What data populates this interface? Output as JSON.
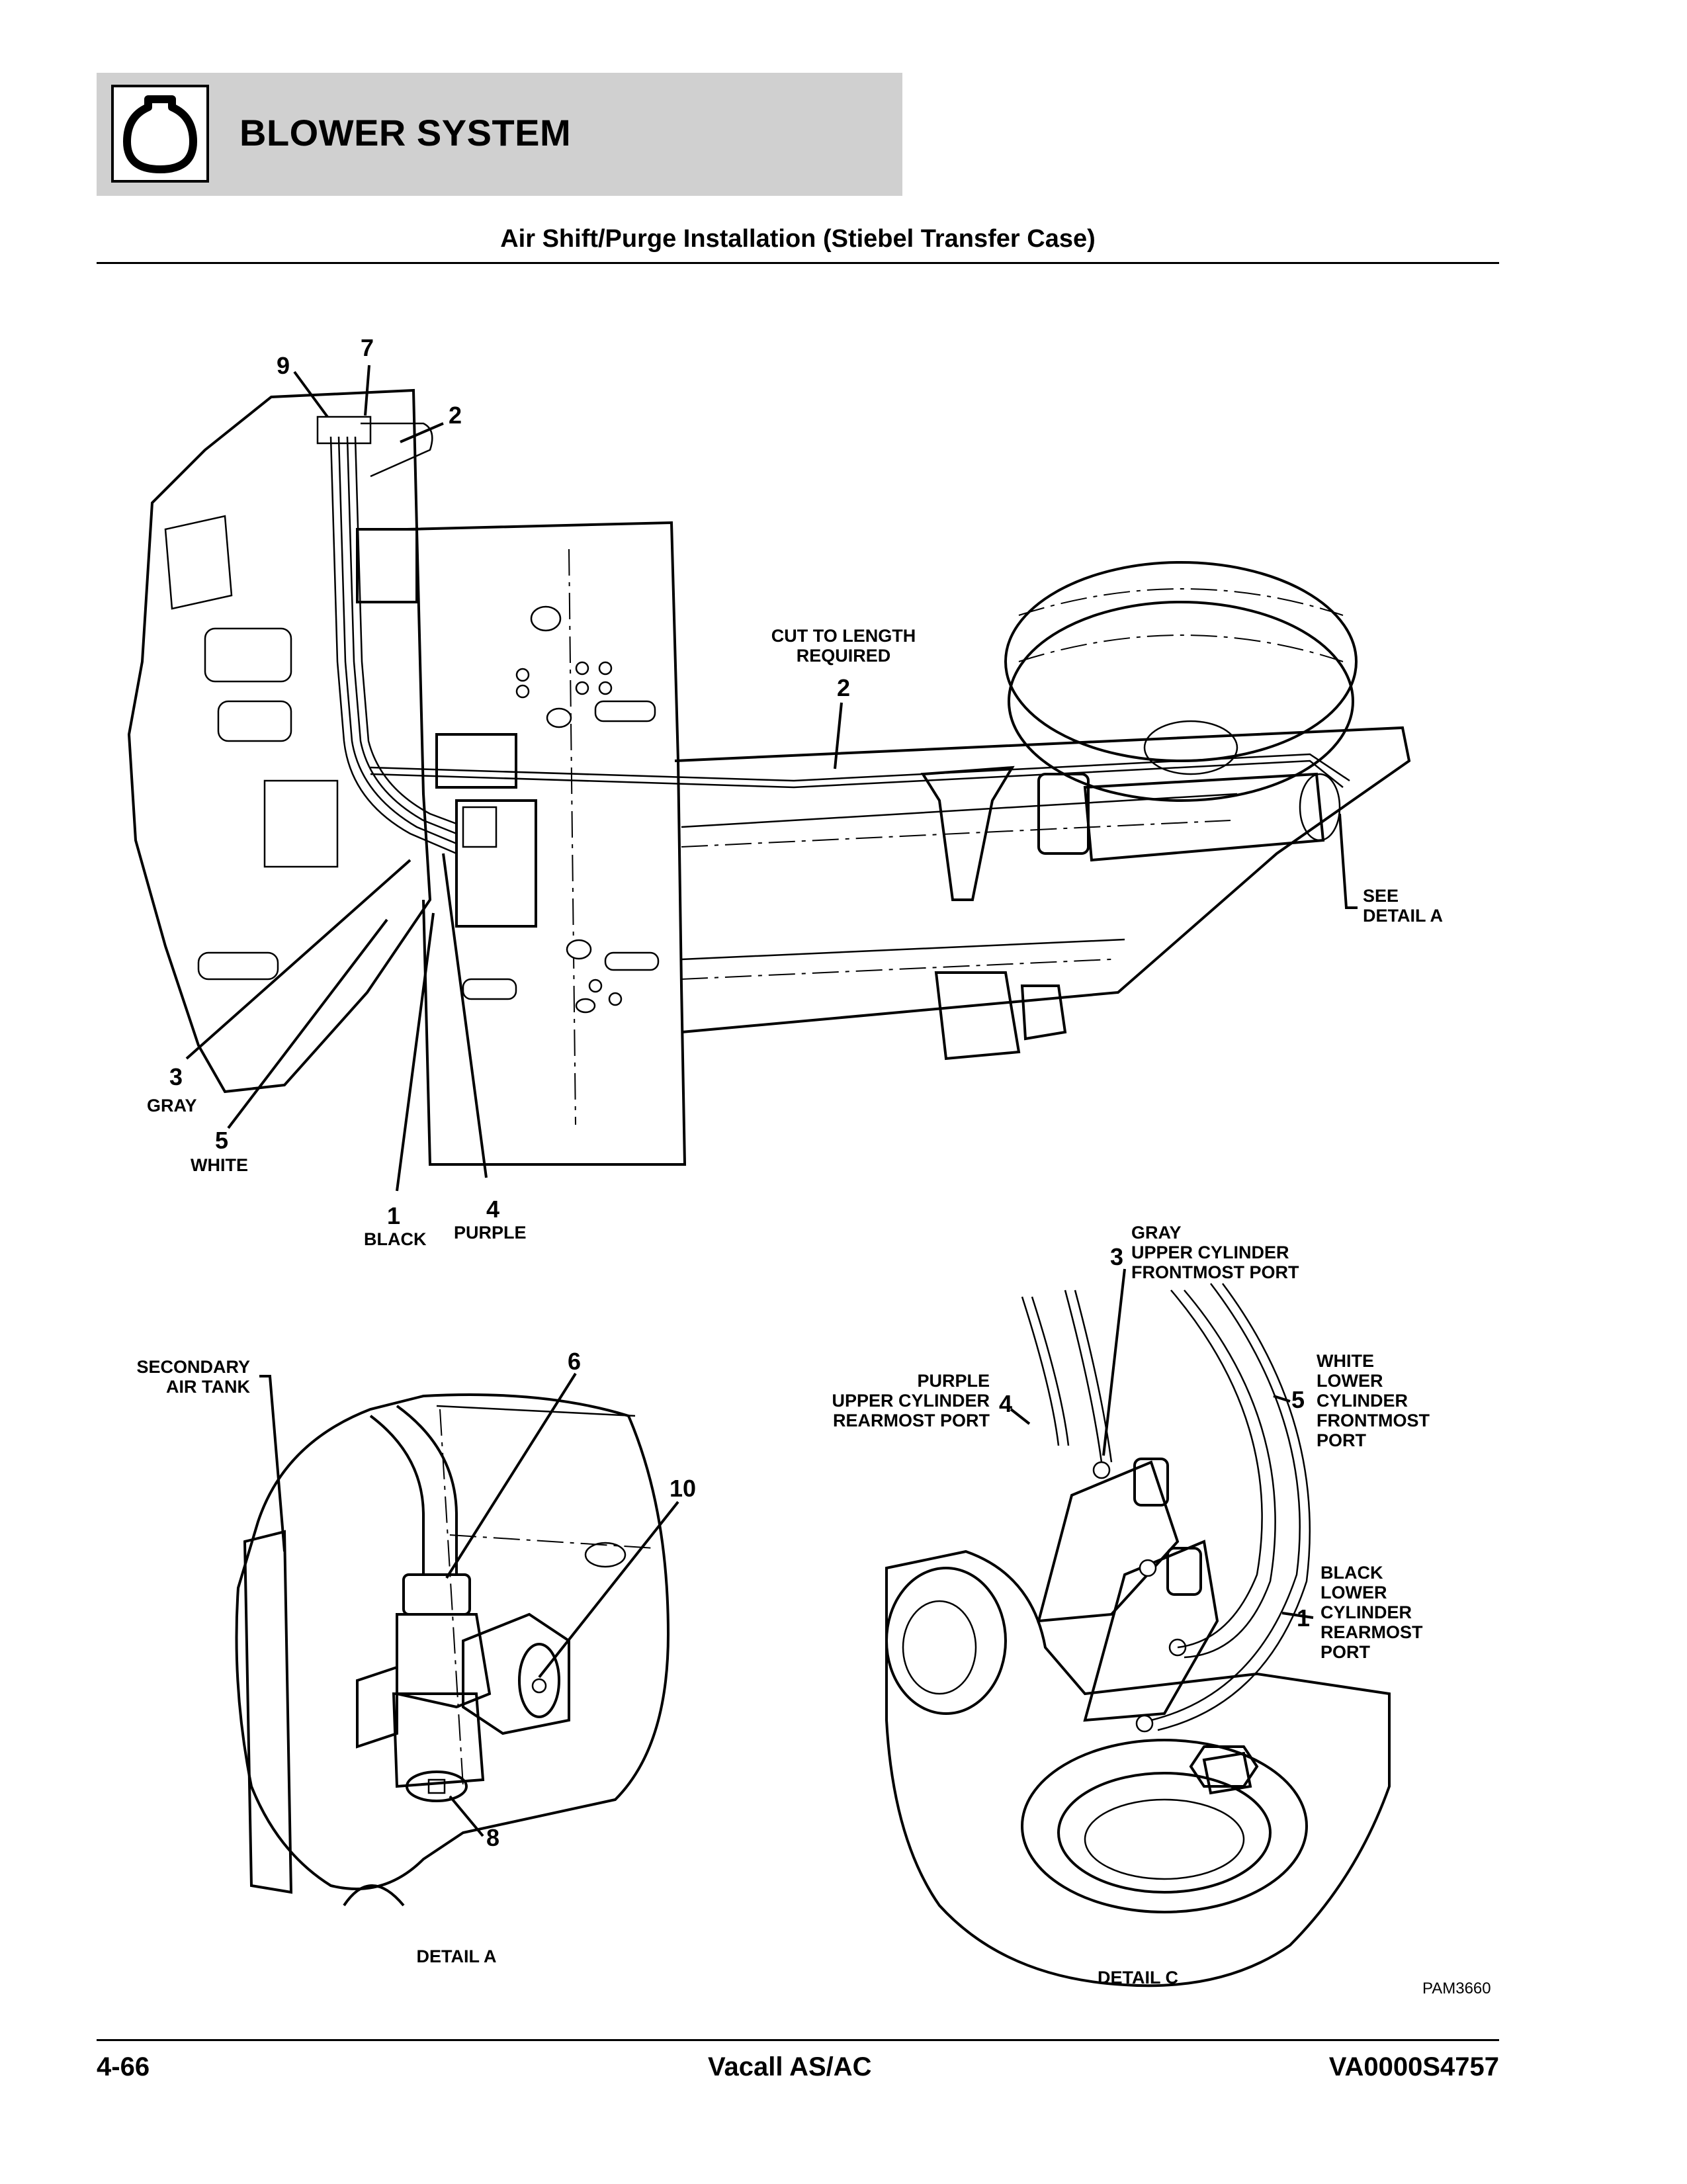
{
  "header": {
    "title": "BLOWER SYSTEM",
    "icon": "engine-section-icon"
  },
  "figure": {
    "title": "Air Shift/Purge Installation (Stiebel Transfer Case)",
    "figure_id": "PAM3660"
  },
  "callouts_main": {
    "c9": "9",
    "c7": "7",
    "c2_top": "2",
    "cut_line1": "CUT TO LENGTH",
    "cut_line2": "REQUIRED",
    "c2_mid": "2",
    "see_line1": "SEE",
    "see_line2": "DETAIL A",
    "c3": "3",
    "gray": "GRAY",
    "c5": "5",
    "white": "WHITE",
    "c1": "1",
    "black": "BLACK",
    "c4": "4",
    "purple": "PURPLE"
  },
  "detail_a": {
    "tank_line1": "SECONDARY",
    "tank_line2": "AIR TANK",
    "c6": "6",
    "c10": "10",
    "c8": "8",
    "caption": "DETAIL A"
  },
  "detail_c": {
    "c3": "3",
    "gray_l1": "GRAY",
    "gray_l2": "UPPER CYLINDER",
    "gray_l3": "FRONTMOST PORT",
    "c4": "4",
    "purple_l1": "PURPLE",
    "purple_l2": "UPPER CYLINDER",
    "purple_l3": "REARMOST PORT",
    "c5": "5",
    "white_l1": "WHITE",
    "white_l2": "LOWER",
    "white_l3": "CYLINDER",
    "white_l4": "FRONTMOST",
    "white_l5": "PORT",
    "c1": "1",
    "black_l1": "BLACK",
    "black_l2": "LOWER",
    "black_l3": "CYLINDER",
    "black_l4": "REARMOST",
    "black_l5": "PORT",
    "caption": "DETAIL C"
  },
  "footer": {
    "page": "4-66",
    "product": "Vacall AS/AC",
    "doc_id": "VA0000S4757"
  }
}
